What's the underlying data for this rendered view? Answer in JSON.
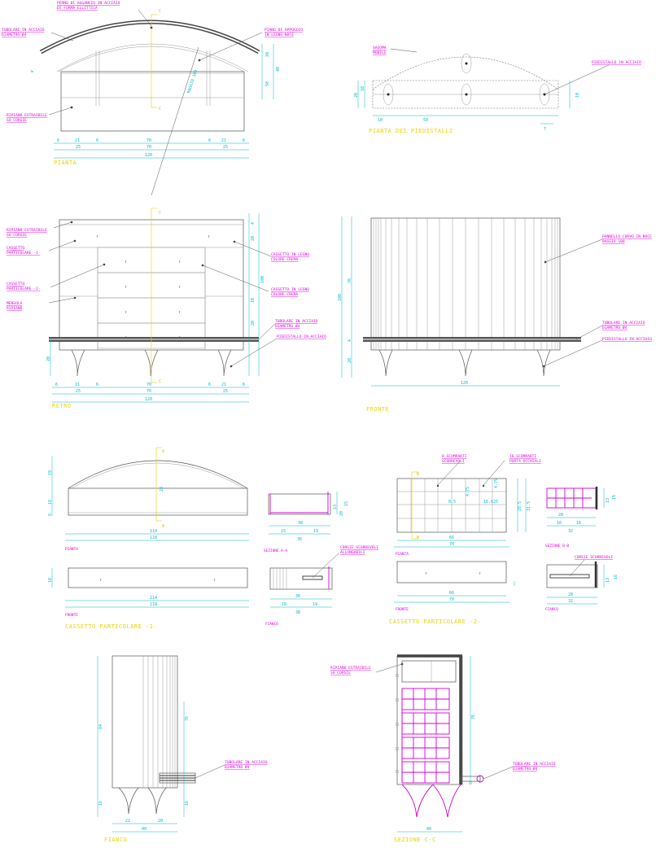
{
  "colors": {
    "note": "#e000e0",
    "dimension": "#00b8c8",
    "title": "#e8d400",
    "line": "#555555"
  },
  "titles": {
    "pianta": "PIANTA",
    "pianta_piedistalli": "PIANTA DEI PIEDISTALLI",
    "retro": "RETRO",
    "fronte": "FRONTE",
    "cassetto1": "CASSETTO PARTICOLARE -1-",
    "cassetto2": "CASSETTO PARTICOLARE -2-",
    "fianco": "FIANCO",
    "sezione_cc": "SEZIONE C-C"
  },
  "notes": {
    "perno_1": "PERNO DI AGGANCIO IN ACCIAIO",
    "perno_2": "DI FORMA ELLITTICA",
    "tubolare_1": "TUBOLARE IN ACCIAIO",
    "tubolare_2": "DIAMETRO Ø4",
    "piano_appoggio_1": "PIANO DI APPOGGIO",
    "piano_appoggio_2": "IN LEGNO NOCE",
    "ripiano_1": "RIPIANO ESTRAIBILE",
    "ripiano_2": "SU CORSIE",
    "sagoma_1": "SAGOMA",
    "sagoma_2": "MOBILE",
    "piedistallo": "PIEDISTALLO IN ACCIAIO",
    "cassetto_part1_1": "CASSETTO",
    "cassetto_part1_2": "PARTICOLARE -1-",
    "cassetto_part2_1": "CASSETTO",
    "cassetto_part2_2": "PARTICOLARE -2-",
    "mensola_1": "MENSOLA",
    "mensola_2": "RIPIANO",
    "cassetto_legno_1": "CASSETTO IN LEGNO",
    "cassetto_legno_2": "COLORE CREMA",
    "pannello_1": "PANNELLO CURVO IN NOCE",
    "pannello_2": "RAGGIO 100",
    "scomparti_1": "8 SCOMPARTI",
    "scomparti_2": "SCORREVOLI",
    "porta_1": "16 SCOMPARTI",
    "porta_2": "PORTA OCCHIALI",
    "corsie_1": "CORSIE SCORREVOLI",
    "corsie_2": "ALLUNGABILI",
    "corsie_3": "CORSIE SCORREVOLI"
  },
  "subs": {
    "c1_pianta": "PIANTA",
    "c1_fronte": "FRONTE",
    "c1_sez": "SEZIONE A-A",
    "c1_fianco": "FIANCO",
    "c2_pianta": "PIANTA",
    "c2_fronte": "FRONTE",
    "c2_sez": "SEZIONE B-B",
    "c2_fianco": "FIANCO"
  },
  "sections": {
    "c": "C",
    "a": "A",
    "b": "B"
  },
  "dims": {
    "p_6a": "6",
    "p_21a": "21",
    "p_6b": "6",
    "p_70": "70",
    "p_6c": "6",
    "p_21b": "21",
    "p_6d": "6",
    "p_25a": "25",
    "p_70b": "70",
    "p_25b": "25",
    "p_120": "120",
    "p_v20": "20",
    "p_v40": "40",
    "p_v50": "50",
    "p_rad": "RAGGIO 100",
    "p_4": "4",
    "pp_10": "10",
    "pp_50": "50",
    "pp_v20": "20",
    "pp_v10": "10",
    "pp_v10b": "10",
    "pp_7": "7",
    "r_6a": "6",
    "r_21a": "21",
    "r_6b": "6",
    "r_70": "70",
    "r_6c": "6",
    "r_21b": "21",
    "r_6d": "6",
    "r_25a": "25",
    "r_70b": "70",
    "r_25b": "25",
    "r_120": "120",
    "r_v20": "20",
    "r_v4": "4",
    "r_v20b": "20",
    "r_v10": "10",
    "r_v20c": "20",
    "r_v100": "100",
    "f_76": "76",
    "f_100": "100",
    "f_4": "4",
    "f_20": "20",
    "f_120": "120",
    "c1_19": "19",
    "c1_19b": "19",
    "c1_28": "28",
    "c1_5": "5",
    "c1_114": "114",
    "c1_118": "118",
    "c1_sa30": "30",
    "c1_sa15": "15",
    "c1_sa19": "19",
    "c1_sa36": "36",
    "c1_v13": "13",
    "c1_v15": "15",
    "c1_v20": "20",
    "c1_f10": "10",
    "c1_f114": "114",
    "c1_f118": "118",
    "c1_fi36": "36",
    "c1_fi18": "18",
    "c1_fi19": "19",
    "c1_fi38": "38",
    "c2_66": "66",
    "c2_70": "70",
    "c2_d1": "0.5",
    "c2_d2": "16.625",
    "c2_d3": "4.75",
    "c2_d4": "28.5",
    "c2_d5": "31.5",
    "c2_s28": "28",
    "c2_s16": "16",
    "c2_s32": "32",
    "c2_f66": "66",
    "c2_f70": "70",
    "c2_fi28": "28",
    "c2_fi32": "32",
    "fi_84": "84",
    "fi_16": "16",
    "fi_76": "76",
    "fi_16b": "16",
    "fi_22": "22",
    "fi_20": "20",
    "fi_40": "40",
    "sc_76": "76",
    "sc_40": "40"
  }
}
